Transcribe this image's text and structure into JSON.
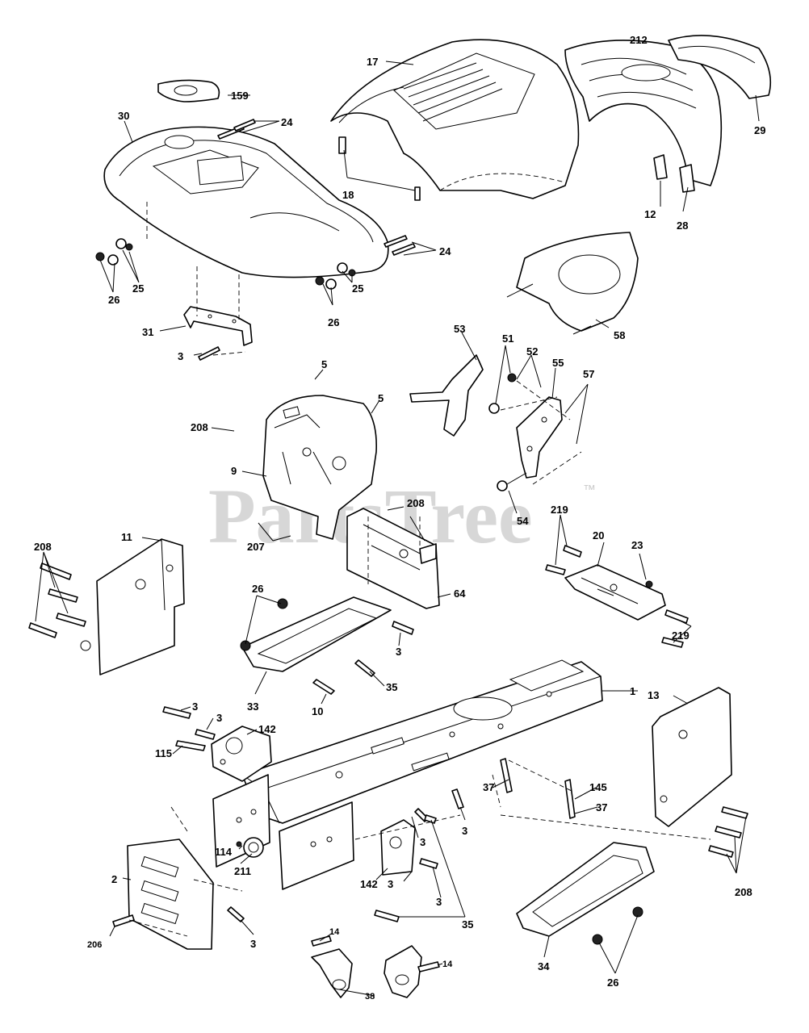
{
  "watermark": {
    "text": "PartsTree",
    "trademark": "™"
  },
  "callouts": {
    "c17": "17",
    "c212": "212",
    "c159": "159",
    "c24a": "24",
    "c30": "30",
    "c29": "29",
    "c18": "18",
    "c12": "12",
    "c28": "28",
    "c24b": "24",
    "c25a": "25",
    "c26a": "26",
    "c26b": "26",
    "c25b": "25",
    "c31": "31",
    "c3a": "3",
    "c58": "58",
    "c53": "53",
    "c51": "51",
    "c52": "52",
    "c55": "55",
    "c57": "57",
    "c5a": "5",
    "c5b": "5",
    "c208a": "208",
    "c9": "9",
    "c54": "54",
    "c219a": "219",
    "c20": "20",
    "c23": "23",
    "c208b": "208",
    "c207": "207",
    "c64": "64",
    "c11": "11",
    "c208c": "208",
    "c219b": "219",
    "c26c": "26",
    "c3b": "3",
    "c35a": "35",
    "c33": "33",
    "c10": "10",
    "c1": "1",
    "c13": "13",
    "c3c": "3",
    "c3d": "3",
    "c142a": "142",
    "c115": "115",
    "c37a": "37",
    "c145": "145",
    "c37b": "37",
    "c3e": "3",
    "c3f": "3",
    "c114": "114",
    "c211": "211",
    "c2": "2",
    "c142b": "142",
    "c3g": "3",
    "c3h": "3",
    "c208d": "208",
    "c35b": "35",
    "c206": "206",
    "c3i": "3",
    "c14a": "14",
    "c14b": "14",
    "c38": "38",
    "c34": "34",
    "c26d": "26"
  }
}
